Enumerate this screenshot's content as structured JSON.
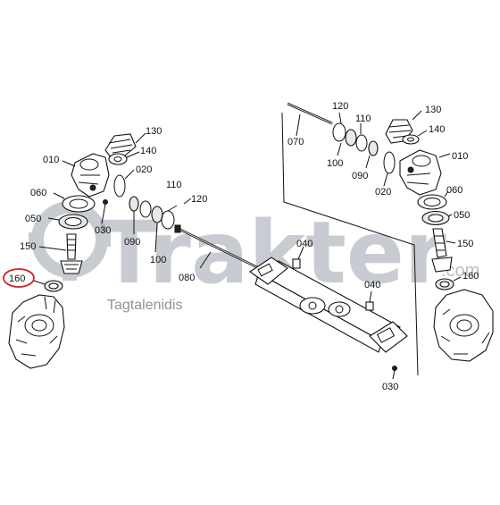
{
  "watermark": {
    "brand": "Trakter",
    "suffix": ".com",
    "tagline": "Tagtalenidis",
    "color": "#9aa3ad"
  },
  "highlight": {
    "part": "160",
    "ring_color": "#d42020"
  },
  "left_assembly": {
    "labels": [
      "130",
      "140",
      "010",
      "020",
      "060",
      "110",
      "120",
      "050",
      "030",
      "090",
      "100",
      "150",
      "160",
      "080"
    ]
  },
  "center_axle": {
    "labels": [
      "040",
      "040",
      "030",
      "070"
    ]
  },
  "right_assembly": {
    "labels": [
      "120",
      "130",
      "110",
      "140",
      "010",
      "100",
      "090",
      "020",
      "060",
      "050",
      "150",
      "160"
    ]
  }
}
